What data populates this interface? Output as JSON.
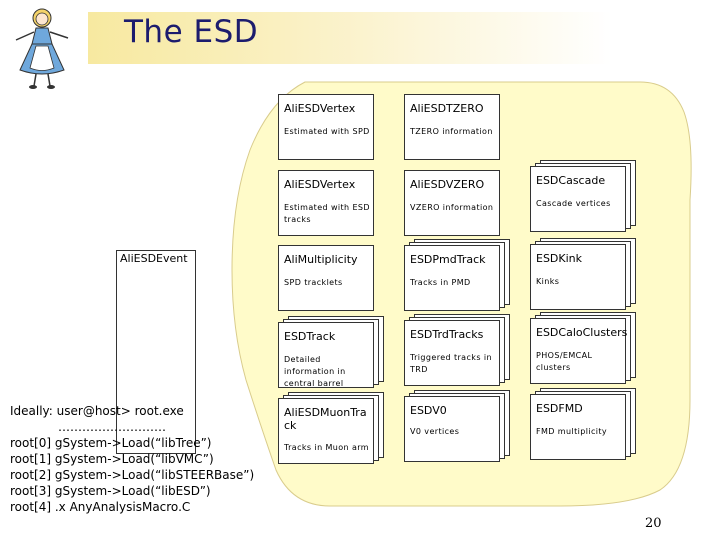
{
  "slide": {
    "title": "The ESD",
    "page_number": "20"
  },
  "event": {
    "label": "AliESDEvent"
  },
  "classes": [
    {
      "id": "vertex-spd",
      "name": "AliESDVertex",
      "desc": "Estimated with SPD",
      "stacked": false
    },
    {
      "id": "tzero",
      "name": "AliESDTZERO",
      "desc": "TZERO information",
      "stacked": false
    },
    {
      "id": "vertex-tracks",
      "name": "AliESDVertex",
      "desc": "Estimated with ESD tracks",
      "stacked": false
    },
    {
      "id": "vzero",
      "name": "AliESDVZERO",
      "desc": "VZERO information",
      "stacked": false
    },
    {
      "id": "cascade",
      "name": "ESDCascade",
      "desc": "Cascade vertices",
      "stacked": true
    },
    {
      "id": "multiplicity",
      "name": "AliMultiplicity",
      "desc": "SPD tracklets",
      "stacked": false
    },
    {
      "id": "pmd",
      "name": "ESDPmdTrack",
      "desc": "Tracks in PMD",
      "stacked": true
    },
    {
      "id": "kink",
      "name": "ESDKink",
      "desc": "Kinks",
      "stacked": true
    },
    {
      "id": "track",
      "name": "ESDTrack",
      "desc": "Detailed information in central barrel",
      "stacked": true
    },
    {
      "id": "trd",
      "name": "ESDTrdTracks",
      "desc": "Triggered tracks in TRD",
      "stacked": true
    },
    {
      "id": "calo",
      "name": "ESDCaloClusters",
      "desc": "PHOS/EMCAL clusters",
      "stacked": true
    },
    {
      "id": "muon",
      "name": "AliESDMuonTrack",
      "desc": "Tracks in Muon arm",
      "stacked": true
    },
    {
      "id": "v0",
      "name": "ESDV0",
      "desc": "V0 vertices",
      "stacked": true
    },
    {
      "id": "fmd",
      "name": "ESDFMD",
      "desc": "FMD multiplicity",
      "stacked": true
    }
  ],
  "code_lines": [
    "Ideally: user@host> root.exe",
    "………………………",
    "root[0] gSystem->Load(“libTree”)",
    "root[1] gSystem->Load(“libVMC”)",
    "root[2] gSystem->Load(“libSTEERBase”)",
    "root[3] gSystem->Load(“libESD”)",
    "root[4] .x AnyAnalysisMacro.C"
  ]
}
